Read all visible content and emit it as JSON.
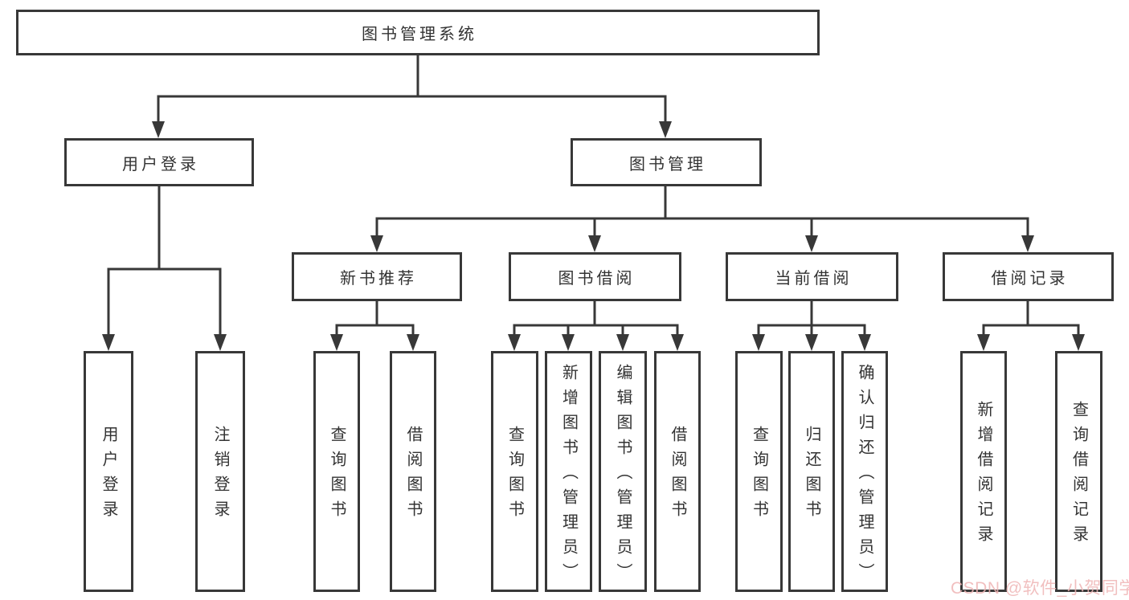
{
  "diagram": {
    "root": {
      "label": "图书管理系统"
    },
    "branches": [
      {
        "label": "用户登录",
        "children": [
          {
            "label": "用户登录"
          },
          {
            "label": "注销登录"
          }
        ]
      },
      {
        "label": "图书管理",
        "children": [
          {
            "label": "新书推荐",
            "children": [
              {
                "label": "查询图书"
              },
              {
                "label": "借阅图书"
              }
            ]
          },
          {
            "label": "图书借阅",
            "children": [
              {
                "label": "查询图书"
              },
              {
                "label": "新增图书（管理员）"
              },
              {
                "label": "编辑图书（管理员）"
              },
              {
                "label": "借阅图书"
              }
            ]
          },
          {
            "label": "当前借阅",
            "children": [
              {
                "label": "查询图书"
              },
              {
                "label": "归还图书"
              },
              {
                "label": "确认归还（管理员）"
              }
            ]
          },
          {
            "label": "借阅记录",
            "children": [
              {
                "label": "新增借阅记录"
              },
              {
                "label": "查询借阅记录"
              }
            ]
          }
        ]
      }
    ]
  },
  "watermark": {
    "text": "CSDN @软件_小贺同学"
  },
  "colors": {
    "line": "#383838",
    "text": "#333333",
    "watermark": "#efb5b5",
    "background": "#ffffff"
  }
}
